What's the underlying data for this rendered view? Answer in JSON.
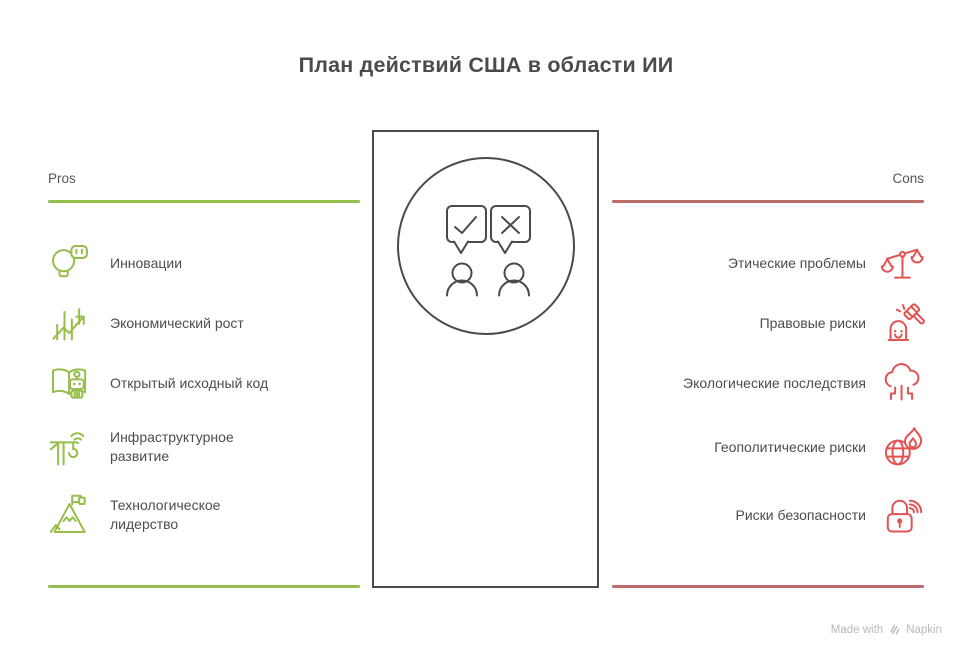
{
  "title": "План действий США в области ИИ",
  "pros": {
    "label": "Pros",
    "items": [
      {
        "label": "Инновации",
        "icon": "lightbulb-robot-icon"
      },
      {
        "label": "Экономический рост",
        "icon": "growth-chart-icon"
      },
      {
        "label": "Открытый исходный код",
        "icon": "open-book-robot-icon"
      },
      {
        "label": "Инфраструктурное развитие",
        "icon": "crane-icon"
      },
      {
        "label": "Технологическое лидерство",
        "icon": "mountain-flag-icon"
      }
    ]
  },
  "cons": {
    "label": "Cons",
    "items": [
      {
        "label": "Этические проблемы",
        "icon": "scales-icon"
      },
      {
        "label": "Правовые риски",
        "icon": "gavel-ghost-icon"
      },
      {
        "label": "Экологические последствия",
        "icon": "cloud-emissions-icon"
      },
      {
        "label": "Геополитические риски",
        "icon": "globe-flame-icon"
      },
      {
        "label": "Риски безопасности",
        "icon": "lock-signal-icon"
      }
    ]
  },
  "footer": {
    "made_with": "Made with",
    "brand": "Napkin"
  },
  "colors": {
    "pros_green": "#97bd4c",
    "cons_red": "#e25454",
    "cons_line_red": "#bd6a6a",
    "outline_dark": "#4a4a4a",
    "text": "#4d4d4d",
    "muted": "#b9b9b9"
  }
}
